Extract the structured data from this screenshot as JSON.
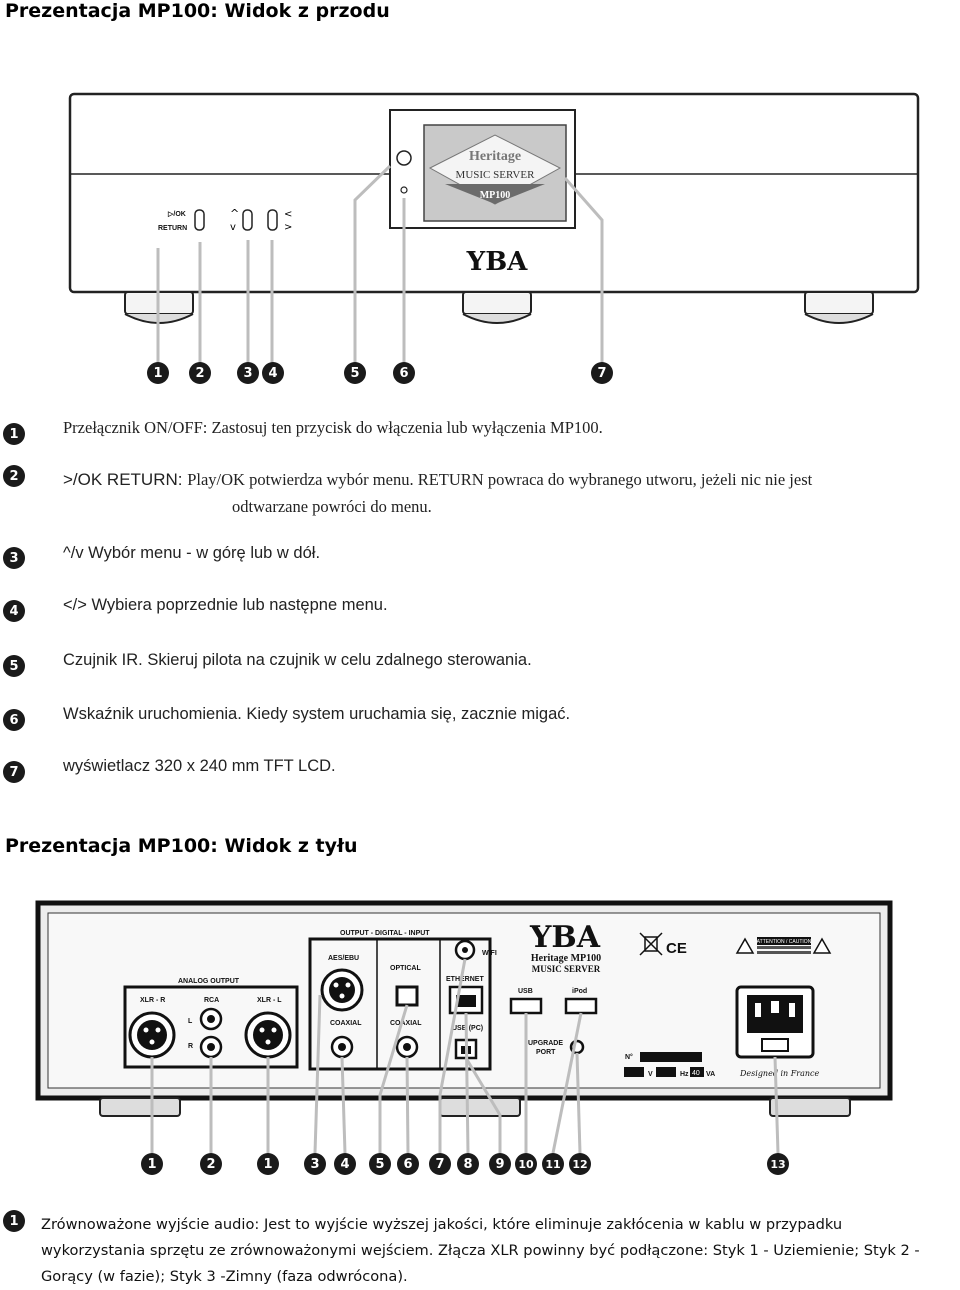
{
  "front": {
    "title": "Prezentacja MP100: Widok z przodu",
    "panel_labels": {
      "ok": "▷/OK",
      "return": "RETURN"
    },
    "screen": {
      "line1": "Heritage",
      "line2": "MUSIC SERVER",
      "line3": "MP100"
    },
    "logo": "YBA",
    "callouts": [
      "1",
      "2",
      "3",
      "4",
      "5",
      "6",
      "7"
    ],
    "items": [
      {
        "num": "1",
        "text": "Przełącznik ON/OFF: Zastosuj ten przycisk do włączenia lub wyłączenia MP100."
      },
      {
        "num": "2",
        "text_a": ">/OK RETURN: ",
        "text_b": "Play/OK potwierdza wybór menu. RETURN powraca do wybranego utworu, jeżeli nic nie jest",
        "text_c": "odtwarzane powróci do menu."
      },
      {
        "num": "3",
        "text": "^/v Wybór menu - w górę lub w dół."
      },
      {
        "num": "4",
        "text": "</> Wybiera poprzednie lub następne menu."
      },
      {
        "num": "5",
        "text": "Czujnik IR. Skieruj pilota na czujnik w celu zdalnego sterowania."
      },
      {
        "num": "6",
        "text": "Wskaźnik uruchomienia. Kiedy system uruchamia się, zacznie migać."
      },
      {
        "num": "7",
        "text": "wyświetlacz 320 x 240 mm TFT LCD."
      }
    ]
  },
  "rear": {
    "title": "Prezentacja MP100: Widok z tyłu",
    "labels": {
      "digital": "OUTPUT - DIGITAL - INPUT",
      "analog": "ANALOG OUTPUT",
      "xlr_r": "XLR - R",
      "rca": "RCA",
      "xlr_l": "XLR - L",
      "l": "L",
      "r": "R",
      "aes": "AES/EBU",
      "optical": "OPTICAL",
      "coaxial": "COAXIAL",
      "wifi": "WIFI",
      "ethernet": "ETHERNET",
      "usb_pc": "USB (PC)",
      "usb": "USB",
      "ipod": "iPod",
      "upgrade1": "UPGRADE",
      "upgrade2": "PORT",
      "brand": "YBA",
      "model1": "Heritage MP100",
      "model2": "MUSIC SERVER",
      "n": "N°",
      "v": "V",
      "hz": "Hz",
      "hz_val": "40",
      "va": "VA",
      "designed": "Designed in France",
      "caution": "ATTENTION / CAUTION",
      "ce": "CE"
    },
    "callouts": [
      "1",
      "2",
      "1",
      "3",
      "4",
      "5",
      "6",
      "7",
      "8",
      "9",
      "10",
      "11",
      "12",
      "13"
    ],
    "item1_num": "1",
    "item1_line1": "Zrównoważone wyjście audio: Jest to wyjście wyższej jakości, które eliminuje zakłócenia w kablu w przypadku",
    "item1_line2": "wykorzystania sprzętu ze zrównoważonymi wejściem. Złącza XLR powinny być podłączone: Styk 1 - Uziemienie; Styk 2 -",
    "item1_line3": "Gorący (w fazie); Styk 3 -Zimny (faza odwrócona)."
  }
}
